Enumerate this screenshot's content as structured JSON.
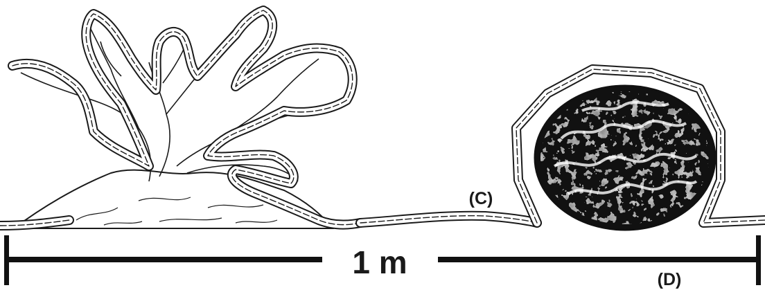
{
  "labels": {
    "scale": "1 m",
    "c": "(C)",
    "d": "(D)"
  },
  "colors": {
    "ink": "#1a1a1a",
    "chain_fill": "#ffffff",
    "coral_dark": "#111111",
    "background": "#ffffff"
  },
  "icons": {
    "branching_coral": "branching-coral-icon",
    "brain_coral": "brain-coral-icon",
    "chain": "chain-icon"
  }
}
